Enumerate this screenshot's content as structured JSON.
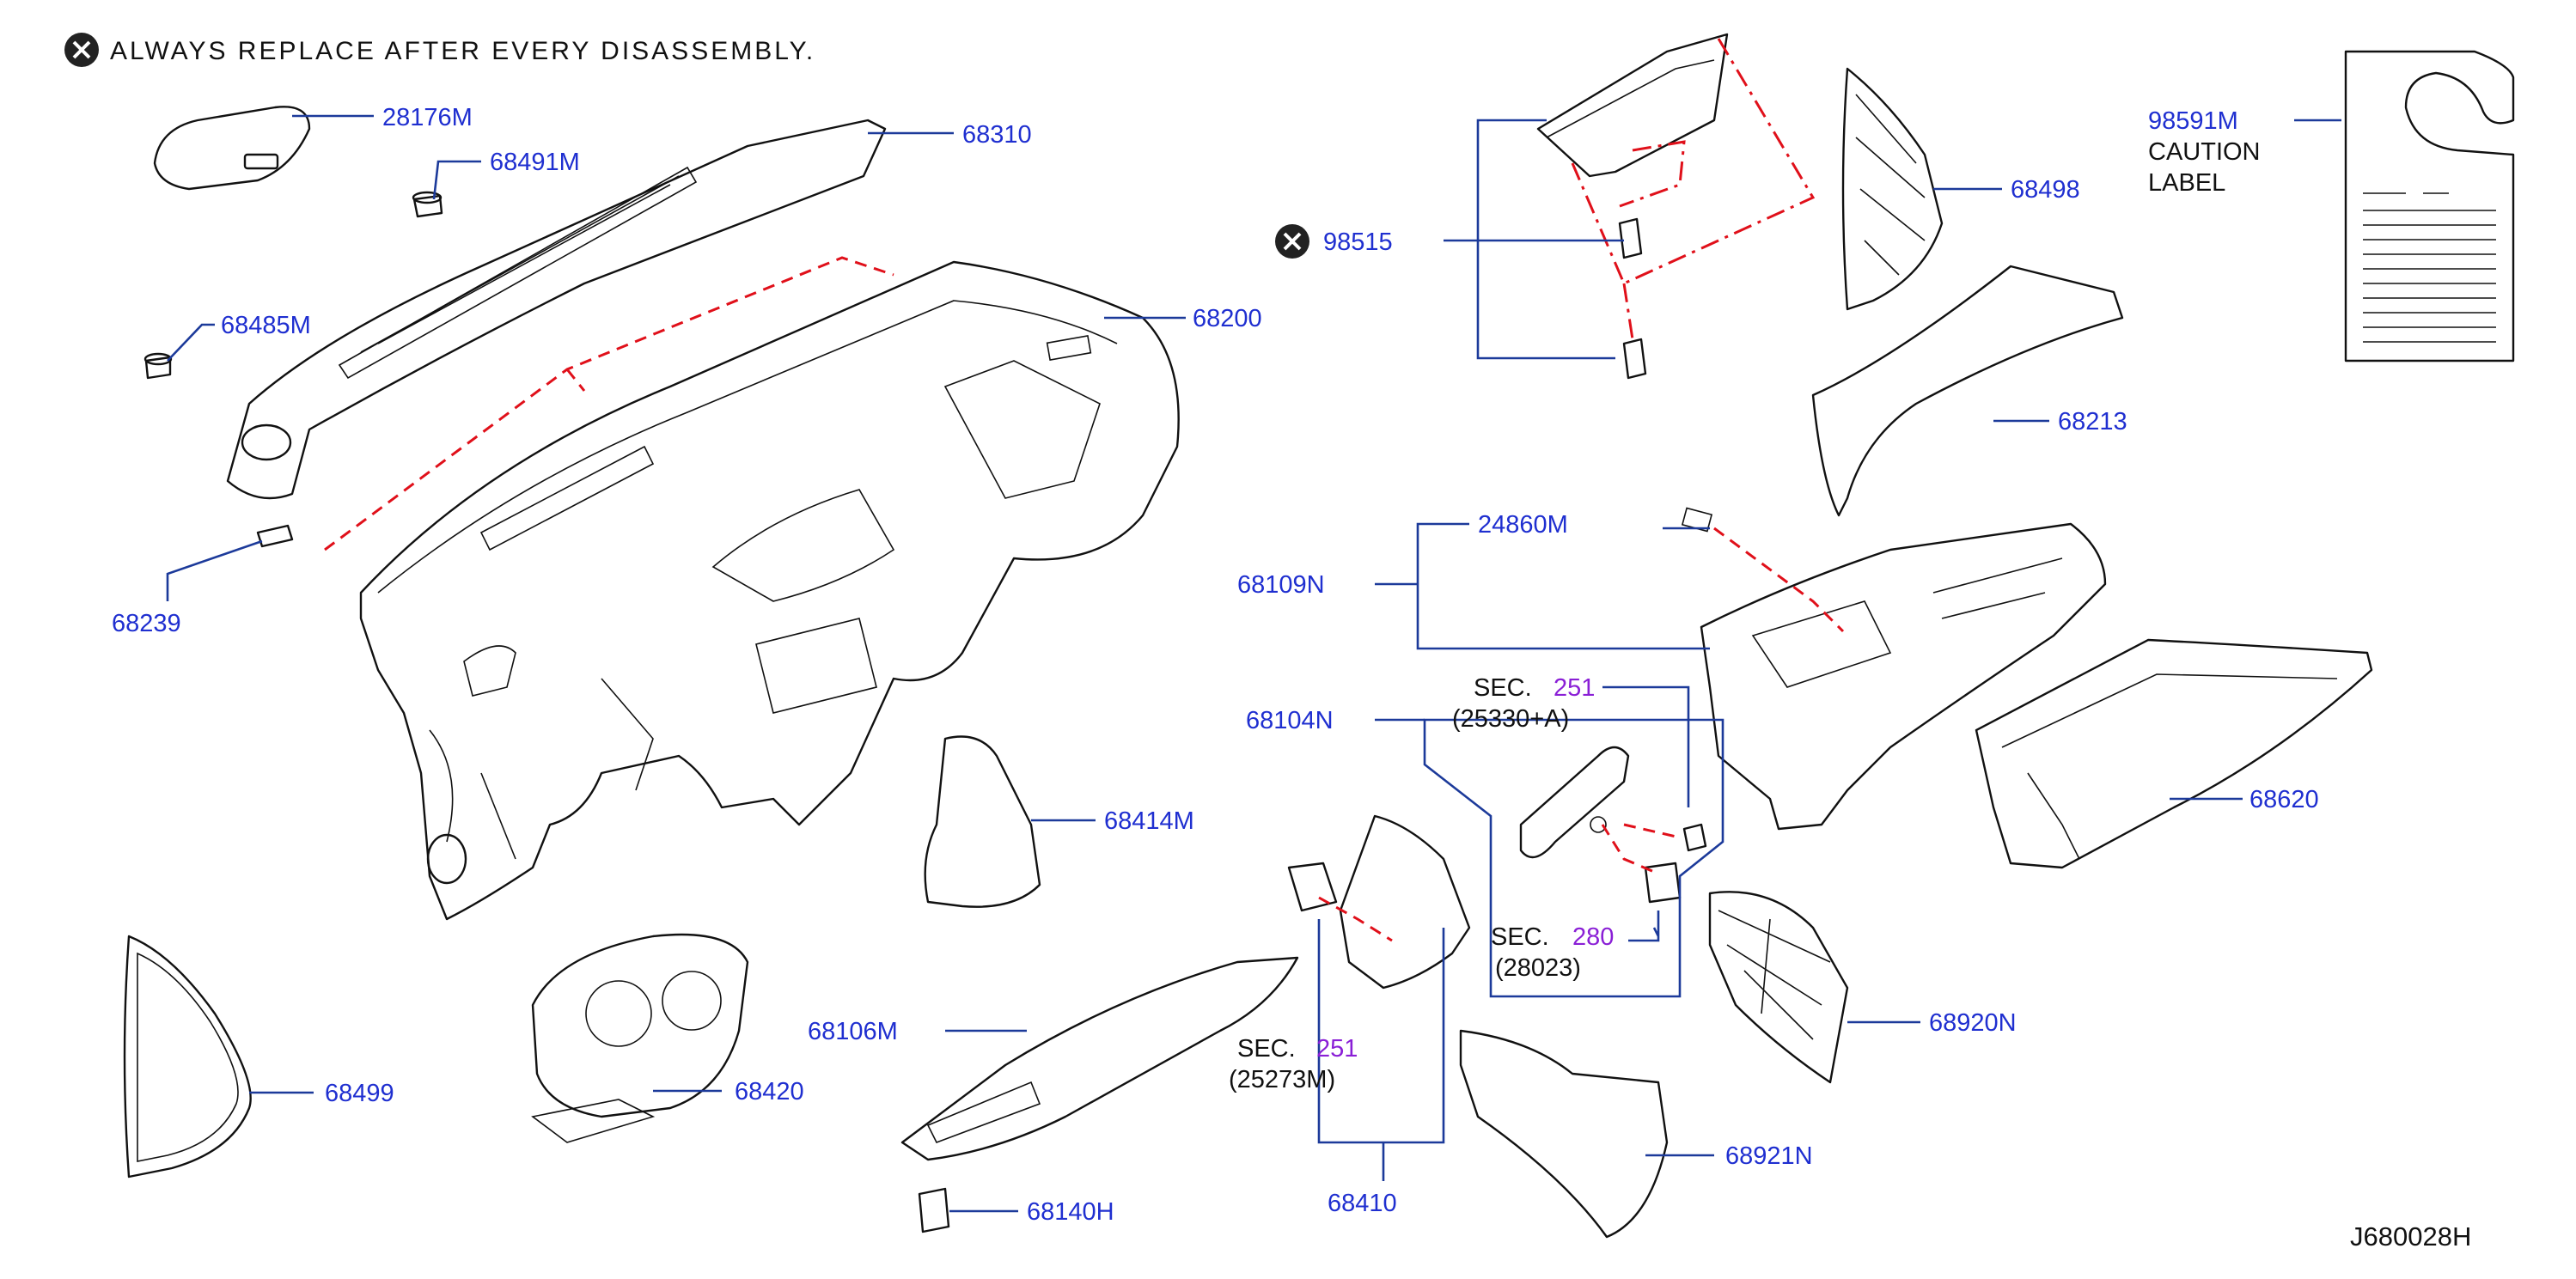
{
  "note": {
    "symbol": "cross-circle-icon",
    "text": "ALWAYS  REPLACE  AFTER  EVERY  DISASSEMBLY."
  },
  "parts": {
    "p28176M": "28176M",
    "p68491M": "68491M",
    "p68310": "68310",
    "p68485M": "68485M",
    "p68200": "68200",
    "p68239": "68239",
    "p98515": "98515",
    "p68498": "68498",
    "p98591M": "98591M",
    "caution_line1": "CAUTION",
    "caution_line2": "LABEL",
    "p68213": "68213",
    "p24860M": "24860M",
    "p68109N": "68109N",
    "p68104N": "68104N",
    "p68414M": "68414M",
    "p68620": "68620",
    "p68106M": "68106M",
    "p68920N": "68920N",
    "p68499": "68499",
    "p68420": "68420",
    "p68921N": "68921N",
    "p68140H": "68140H",
    "p68410": "68410"
  },
  "sections": {
    "sec1": {
      "prefix": "SEC.",
      "num": "251",
      "sub": "(25330+A)"
    },
    "sec2": {
      "prefix": "SEC.",
      "num": "280",
      "sub": "(28023)"
    },
    "sec3": {
      "prefix": "SEC.",
      "num": "251",
      "sub": "(25273M)"
    }
  },
  "diagram_id": "J680028H",
  "colors": {
    "label": "#1f2fd0",
    "leader": "#1c3a9a",
    "section_number": "#8a1fd6",
    "dashed_guide": "#e0101a"
  }
}
